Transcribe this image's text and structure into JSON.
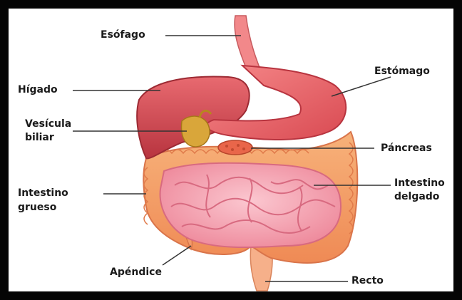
{
  "diagram": {
    "labels": {
      "esofago": "Esófago",
      "estomago": "Estómago",
      "higado": "Hígado",
      "vesicula_line1": "Vesícula",
      "vesicula_line2": "biliar",
      "pancreas": "Páncreas",
      "intestino_grueso_line1": "Intestino",
      "intestino_grueso_line2": "grueso",
      "intestino_delgado_line1": "Intestino",
      "intestino_delgado_line2": "delgado",
      "apendice": "Apéndice",
      "recto": "Recto"
    },
    "colors": {
      "frame": "#050505",
      "background": "#ffffff",
      "liver": "#d84a52",
      "stomach": "#ef5f63",
      "esophagus": "#f2888a",
      "gallbladder": "#d9a63a",
      "pancreas": "#e9664a",
      "large_intestine": "#f5a06a",
      "small_intestine": "#f4a0b0",
      "rectum": "#f6b08a",
      "leader_line": "#333333"
    }
  }
}
